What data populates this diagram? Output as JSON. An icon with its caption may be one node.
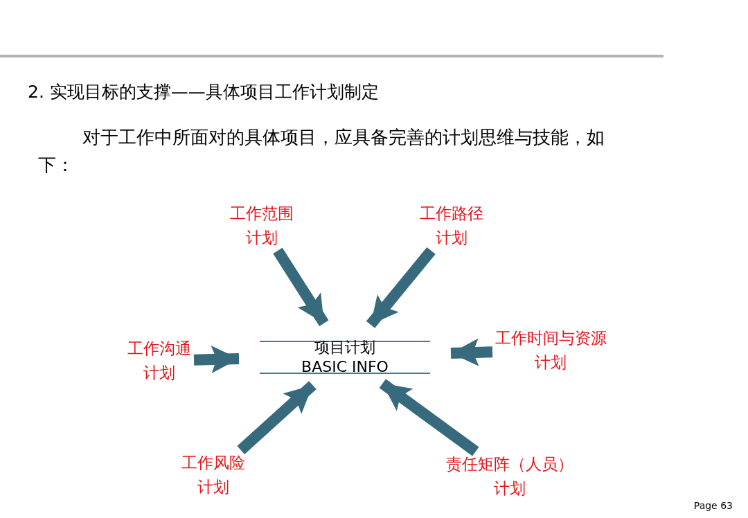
{
  "diagram": {
    "title": "2.  实现目标的支撑——具体项目工作计划制定",
    "nodes": [
      {
        "text": [
          "项目计划",
          "BASIC INFO"
        ]
      },
      {
        "text": [
          "工作范围计划"
        ]
      },
      {
        "text": [
          "工作路径计划"
        ]
      },
      {
        "text": [
          "工作沟通计划"
        ]
      },
      {
        "text": [
          "工作时间与资源计划"
        ]
      },
      {
        "text": [
          "工作风险计划"
        ]
      },
      {
        "text": [
          "责任矩阵（人员）计划"
        ]
      }
    ],
    "edges": [
      {
        "from": 1,
        "to": 0,
        "arrow": "to"
      },
      {
        "from": 2,
        "to": 0,
        "arrow": "to"
      },
      {
        "from": 3,
        "to": 0,
        "arrow": "to"
      },
      {
        "from": 4,
        "to": 0,
        "arrow": "to"
      },
      {
        "from": 5,
        "to": 0,
        "arrow": "to"
      },
      {
        "from": 6,
        "to": 0,
        "arrow": "to"
      }
    ],
    "labels": [
      "对于工作中所面对的具体项目，应具备完善的计划思维与技能，如下：",
      "Page 63"
    ]
  }
}
